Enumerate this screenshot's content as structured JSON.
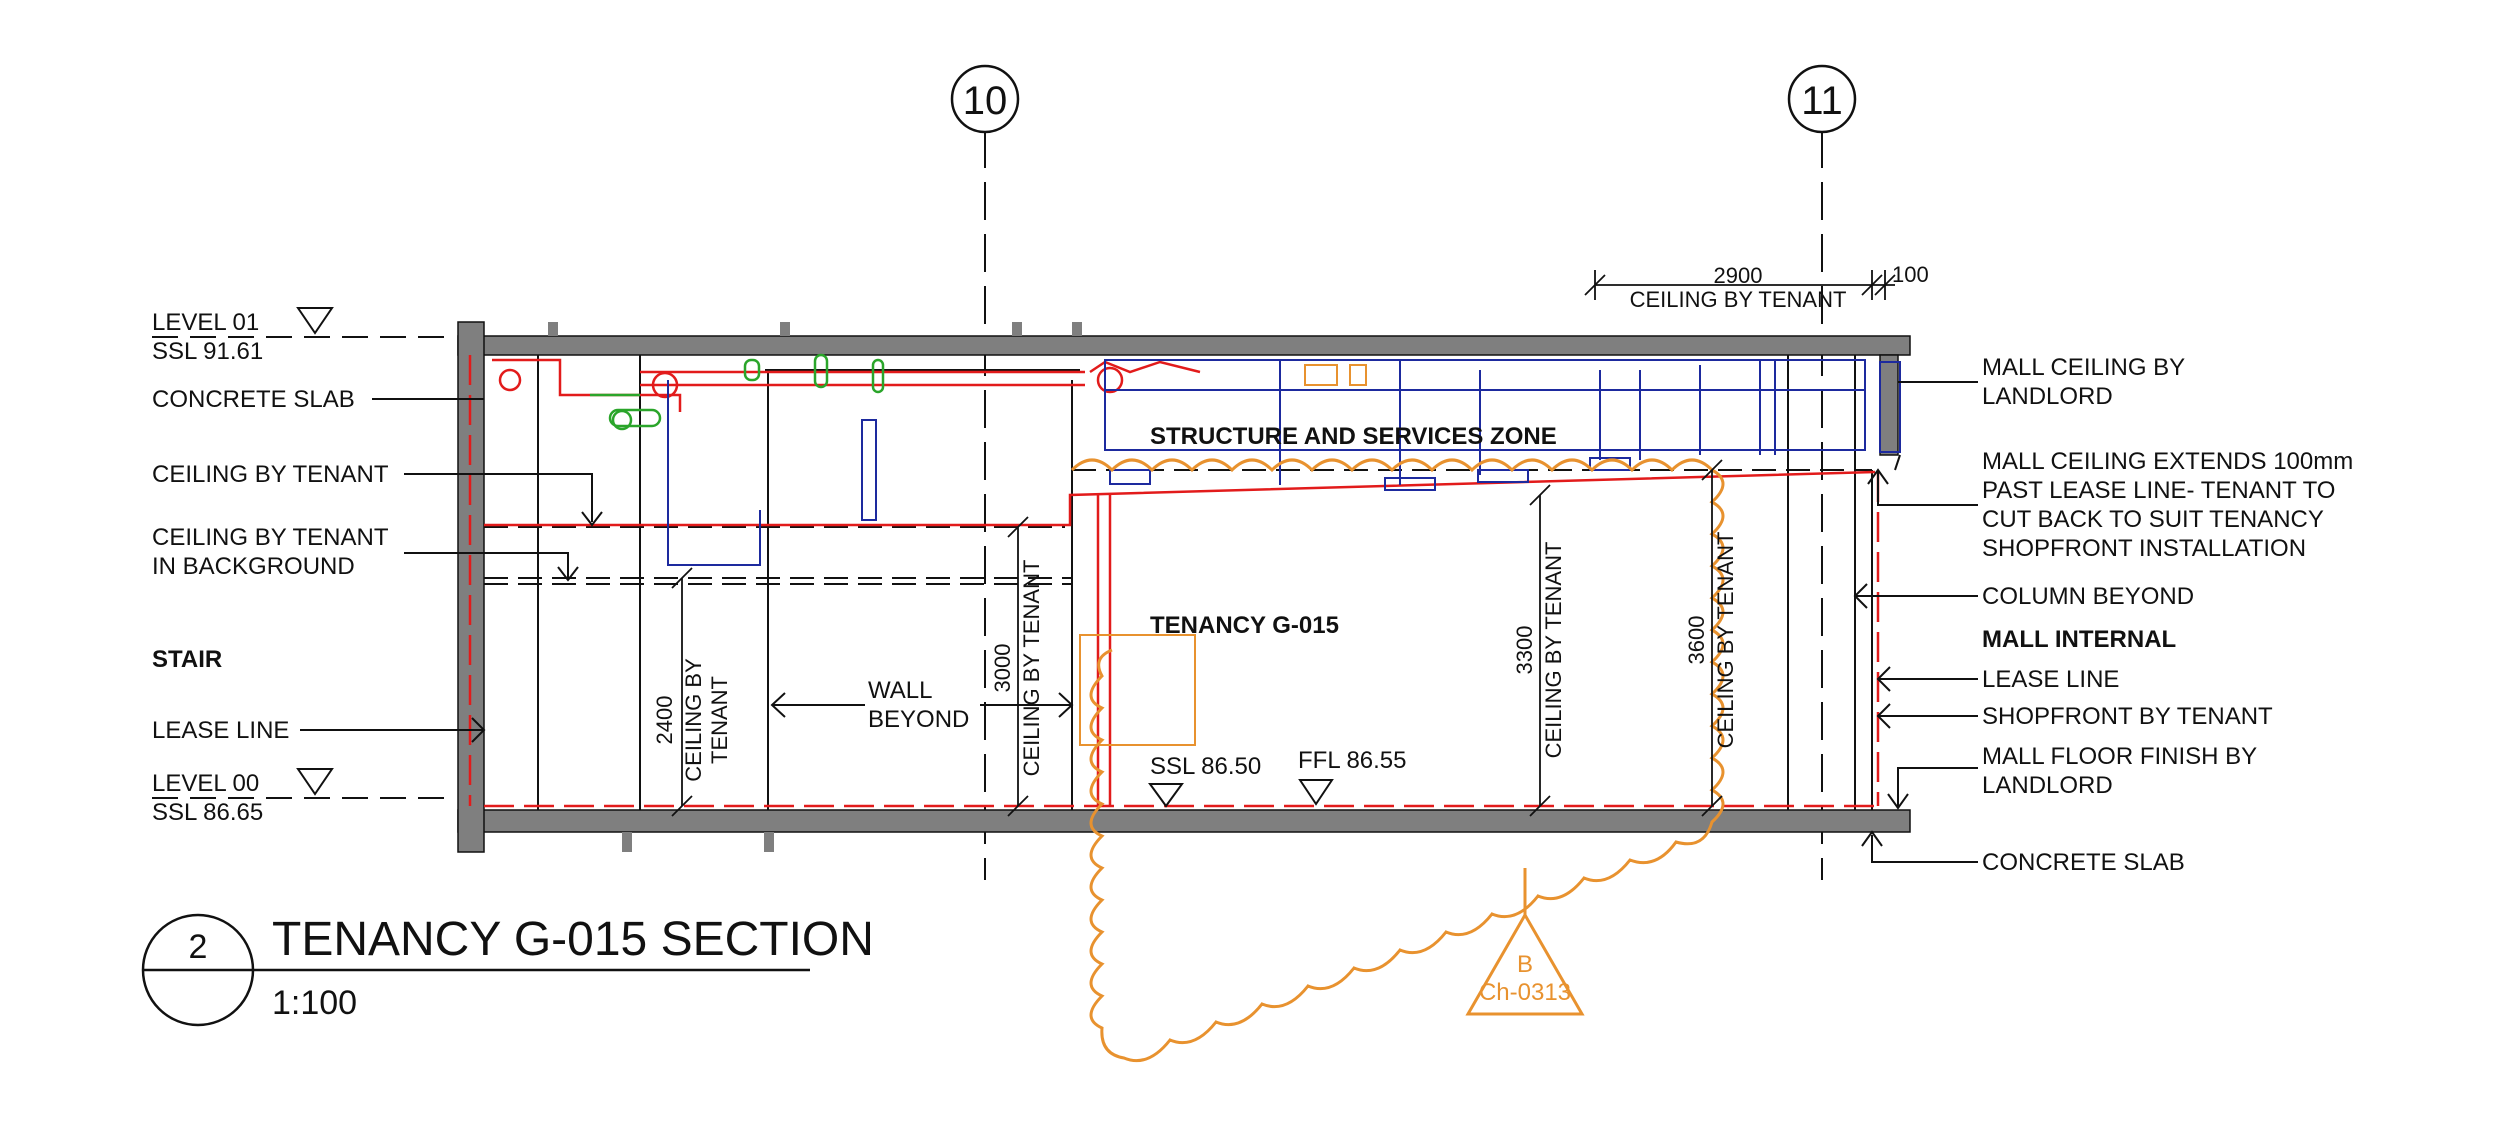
{
  "colors": {
    "structure": "#7f7f7f",
    "lease_line": "#e21b1b",
    "services_blue": "#1d2a9e",
    "services_green": "#2aa52a",
    "revision_orange": "#e8922f",
    "linework": "#111111"
  },
  "grid": {
    "left": "10",
    "right": "11"
  },
  "levels": {
    "upper_name": "LEVEL 01",
    "upper_ssl": "SSL 91.61",
    "lower_name": "LEVEL 00",
    "lower_ssl": "SSL 86.65"
  },
  "left_labels": {
    "concrete_slab": "CONCRETE SLAB",
    "ceiling_by_tenant": "CEILING BY TENANT",
    "ceiling_bg_1": "CEILING BY TENANT",
    "ceiling_bg_2": "IN BACKGROUND",
    "stair": "STAIR",
    "lease_line": "LEASE LINE"
  },
  "right_labels": {
    "mall_ceiling_1": "MALL CEILING BY",
    "mall_ceiling_2": "LANDLORD",
    "extends_1": "MALL CEILING EXTENDS 100mm",
    "extends_2": "PAST LEASE LINE- TENANT TO",
    "extends_3": "CUT BACK TO SUIT TENANCY",
    "extends_4": "SHOPFRONT INSTALLATION",
    "column_beyond": "COLUMN BEYOND",
    "mall_internal": "MALL INTERNAL",
    "lease_line": "LEASE LINE",
    "shopfront": "SHOPFRONT BY TENANT",
    "floor_finish_1": "MALL FLOOR FINISH BY",
    "floor_finish_2": "LANDLORD",
    "concrete_slab": "CONCRETE SLAB"
  },
  "centre_labels": {
    "services_zone": "STRUCTURE AND SERVICES ZONE",
    "tenancy": "TENANCY G-015",
    "wall_beyond_1": "WALL",
    "wall_beyond_2": "BEYOND",
    "ssl": "SSL 86.50",
    "ffl": "FFL 86.55"
  },
  "dimensions": {
    "top_width": "2900",
    "top_caption": "CEILING BY TENANT",
    "top_small": "100",
    "d2400": "2400",
    "d2400_cap1": "CEILING BY",
    "d2400_cap2": "TENANT",
    "d3000": "3000",
    "d3000_cap": "CEILING BY TENANT",
    "d3300": "3300",
    "d3300_cap": "CEILING BY TENANT",
    "d3600": "3600",
    "d3600_cap": "CEILING BY TENANT"
  },
  "revision": {
    "letter": "B",
    "ref": "Ch-0313"
  },
  "title_block": {
    "number": "2",
    "title": "TENANCY G-015 SECTION",
    "scale": "1:100"
  }
}
